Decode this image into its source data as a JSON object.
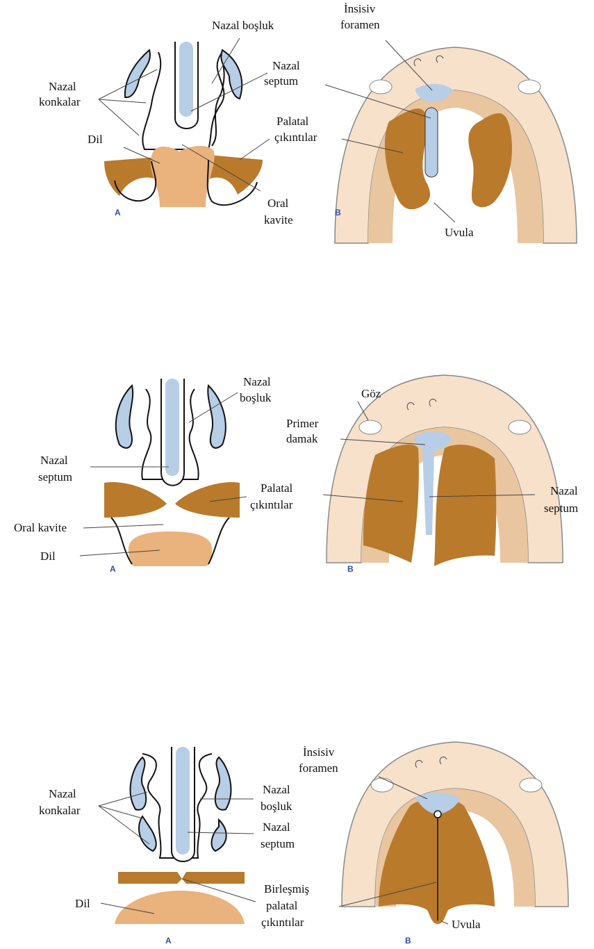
{
  "stage1": {
    "panelA": {
      "letter": "A",
      "labels": {
        "nazal_bosluk": "Nazal boşluk",
        "nazal_konkalar_1": "Nazal",
        "nazal_konkalar_2": "konkalar",
        "dil": "Dil",
        "nazal_septum_1": "Nazal",
        "nazal_septum_2": "septum",
        "palatal_1": "Palatal",
        "palatal_2": "çıkıntılar",
        "oral_1": "Oral",
        "oral_2": "kavite"
      }
    },
    "panelB": {
      "letter": "B",
      "labels": {
        "insisiv_1": "İnsisiv",
        "insisiv_2": "foramen",
        "uvula": "Uvula"
      }
    }
  },
  "stage2": {
    "panelA": {
      "letter": "A",
      "labels": {
        "nazal_bosluk_1": "Nazal",
        "nazal_bosluk_2": "boşluk",
        "nazal_septum_1": "Nazal",
        "nazal_septum_2": "septum",
        "palatal_1": "Palatal",
        "palatal_2": "çıkıntılar",
        "oral_kavite": "Oral kavite",
        "dil": "Dil"
      }
    },
    "panelB": {
      "letter": "B",
      "labels": {
        "goz": "Göz",
        "primer_1": "Primer",
        "primer_2": "damak",
        "nazal_septum_1": "Nazal",
        "nazal_septum_2": "septum"
      }
    }
  },
  "stage3": {
    "panelA": {
      "letter": "A",
      "labels": {
        "nazal_konkalar_1": "Nazal",
        "nazal_konkalar_2": "konkalar",
        "nazal_bosluk_1": "Nazal",
        "nazal_bosluk_2": "boşluk",
        "nazal_septum_1": "Nazal",
        "nazal_septum_2": "septum",
        "birlesmis_1": "Birleşmiş",
        "birlesmis_2": "palatal",
        "birlesmis_3": "çıkıntılar",
        "dil": "Dil"
      }
    },
    "panelB": {
      "letter": "B",
      "labels": {
        "insisiv_1": "İnsisiv",
        "insisiv_2": "foramen",
        "uvula": "Uvula"
      }
    }
  },
  "colors": {
    "septum_blue": "#b8cde6",
    "palatal_brown": "#b97a2c",
    "tongue_tan": "#eab27c",
    "tissue_pink": "#f7e1cb",
    "panel_letter_blue": "#2d4f9e"
  }
}
